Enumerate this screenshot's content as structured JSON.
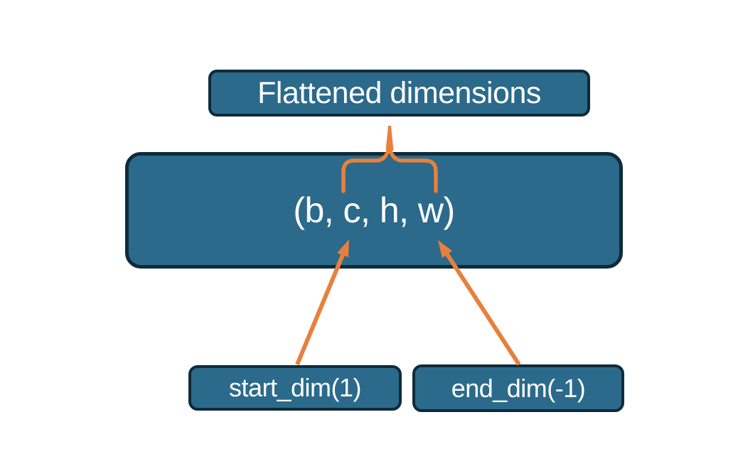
{
  "colors": {
    "background": "#ffffff",
    "box_fill": "#2b6a8b",
    "box_border": "#0e2b3a",
    "accent_orange": "#e8803c",
    "text": "#ffffff"
  },
  "boxes": {
    "flattened": {
      "label": "Flattened dimensions"
    },
    "tensor": {
      "label": "(b, c, h, w)"
    },
    "start_dim": {
      "label": "start_dim(1)"
    },
    "end_dim": {
      "label": "end_dim(-1)"
    }
  }
}
